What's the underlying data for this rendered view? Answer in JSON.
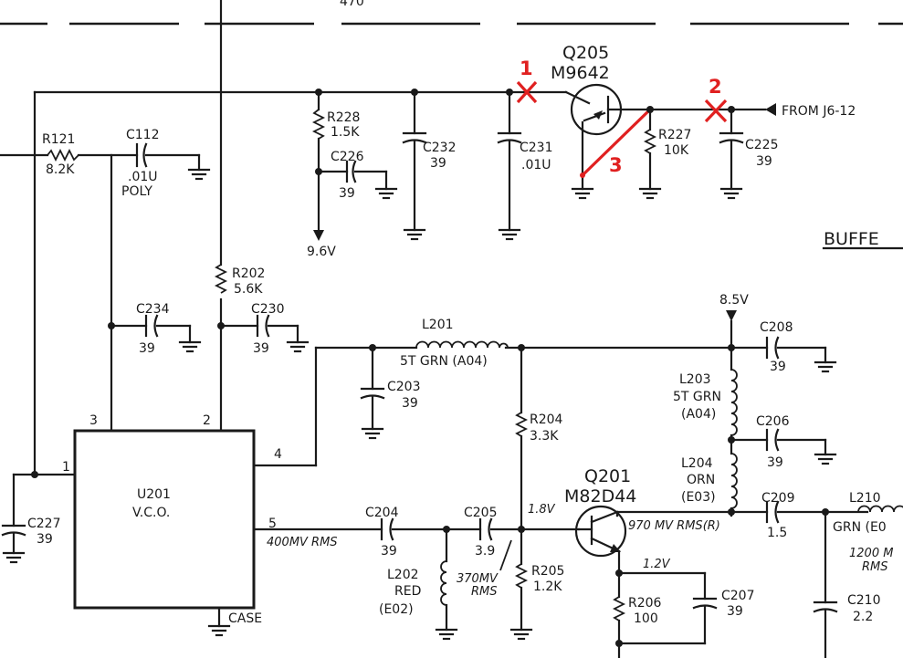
{
  "top_fragment": "470",
  "components": {
    "r121": {
      "ref": "R121",
      "value": "8.2K"
    },
    "c112": {
      "ref": "C112",
      "value": ".01U",
      "note": "POLY"
    },
    "r228": {
      "ref": "R228",
      "value": "1.5K"
    },
    "c226": {
      "ref": "C226",
      "value": "39"
    },
    "c232": {
      "ref": "C232",
      "value": "39"
    },
    "c231": {
      "ref": "C231",
      "value": ".01U"
    },
    "q205": {
      "ref": "Q205",
      "value": "M9642"
    },
    "r227": {
      "ref": "R227",
      "value": "10K"
    },
    "c225": {
      "ref": "C225",
      "value": "39"
    },
    "r202": {
      "ref": "R202",
      "value": "5.6K"
    },
    "c234": {
      "ref": "C234",
      "value": "39"
    },
    "c230": {
      "ref": "C230",
      "value": "39"
    },
    "l201": {
      "ref": "L201",
      "value": "5T GRN (A04)"
    },
    "c203": {
      "ref": "C203",
      "value": "39"
    },
    "c208": {
      "ref": "C208",
      "value": "39"
    },
    "l203": {
      "ref": "L203",
      "value_line1": "5T GRN",
      "value_line2": "(A04)"
    },
    "c206": {
      "ref": "C206",
      "value": "39"
    },
    "l204": {
      "ref": "L204",
      "value_line1": "ORN",
      "value_line2": "(E03)"
    },
    "r204": {
      "ref": "R204",
      "value": "3.3K"
    },
    "q201": {
      "ref": "Q201",
      "value": "M82D44"
    },
    "c209": {
      "ref": "C209",
      "value": "1.5"
    },
    "l210": {
      "ref": "L210",
      "value": "GRN (E0"
    },
    "c204": {
      "ref": "C204",
      "value": "39"
    },
    "c205": {
      "ref": "C205",
      "value": "3.9"
    },
    "l202": {
      "ref": "L202",
      "value_line1": "RED",
      "value_line2": "(E02)"
    },
    "r205": {
      "ref": "R205",
      "value": "1.2K"
    },
    "r206": {
      "ref": "R206",
      "value": "100"
    },
    "c207": {
      "ref": "C207",
      "value": "39"
    },
    "c210": {
      "ref": "C210",
      "value": "2.2"
    },
    "c227": {
      "ref": "C227",
      "value": "39"
    }
  },
  "u201": {
    "ref": "U201",
    "name": "V.C.O.",
    "pins": [
      "1",
      "2",
      "3",
      "4",
      "5"
    ],
    "case": "CASE"
  },
  "supplies": {
    "v96": "9.6V",
    "v85": "8.5V"
  },
  "signal": {
    "from": "FROM  J6-12",
    "buffer": "BUFFE"
  },
  "measurements": {
    "m400": "400MV RMS",
    "m370a": "370MV",
    "m370b": "RMS",
    "m18": "1.8V",
    "m970": "970 MV RMS(R)",
    "m12": "1.2V",
    "m1200a": "1200 M",
    "m1200b": "RMS"
  },
  "markers": {
    "m1": "1",
    "m2": "2",
    "m3": "3"
  },
  "colors": {
    "marker": "#e02020",
    "ink": "#1a1a1a"
  }
}
